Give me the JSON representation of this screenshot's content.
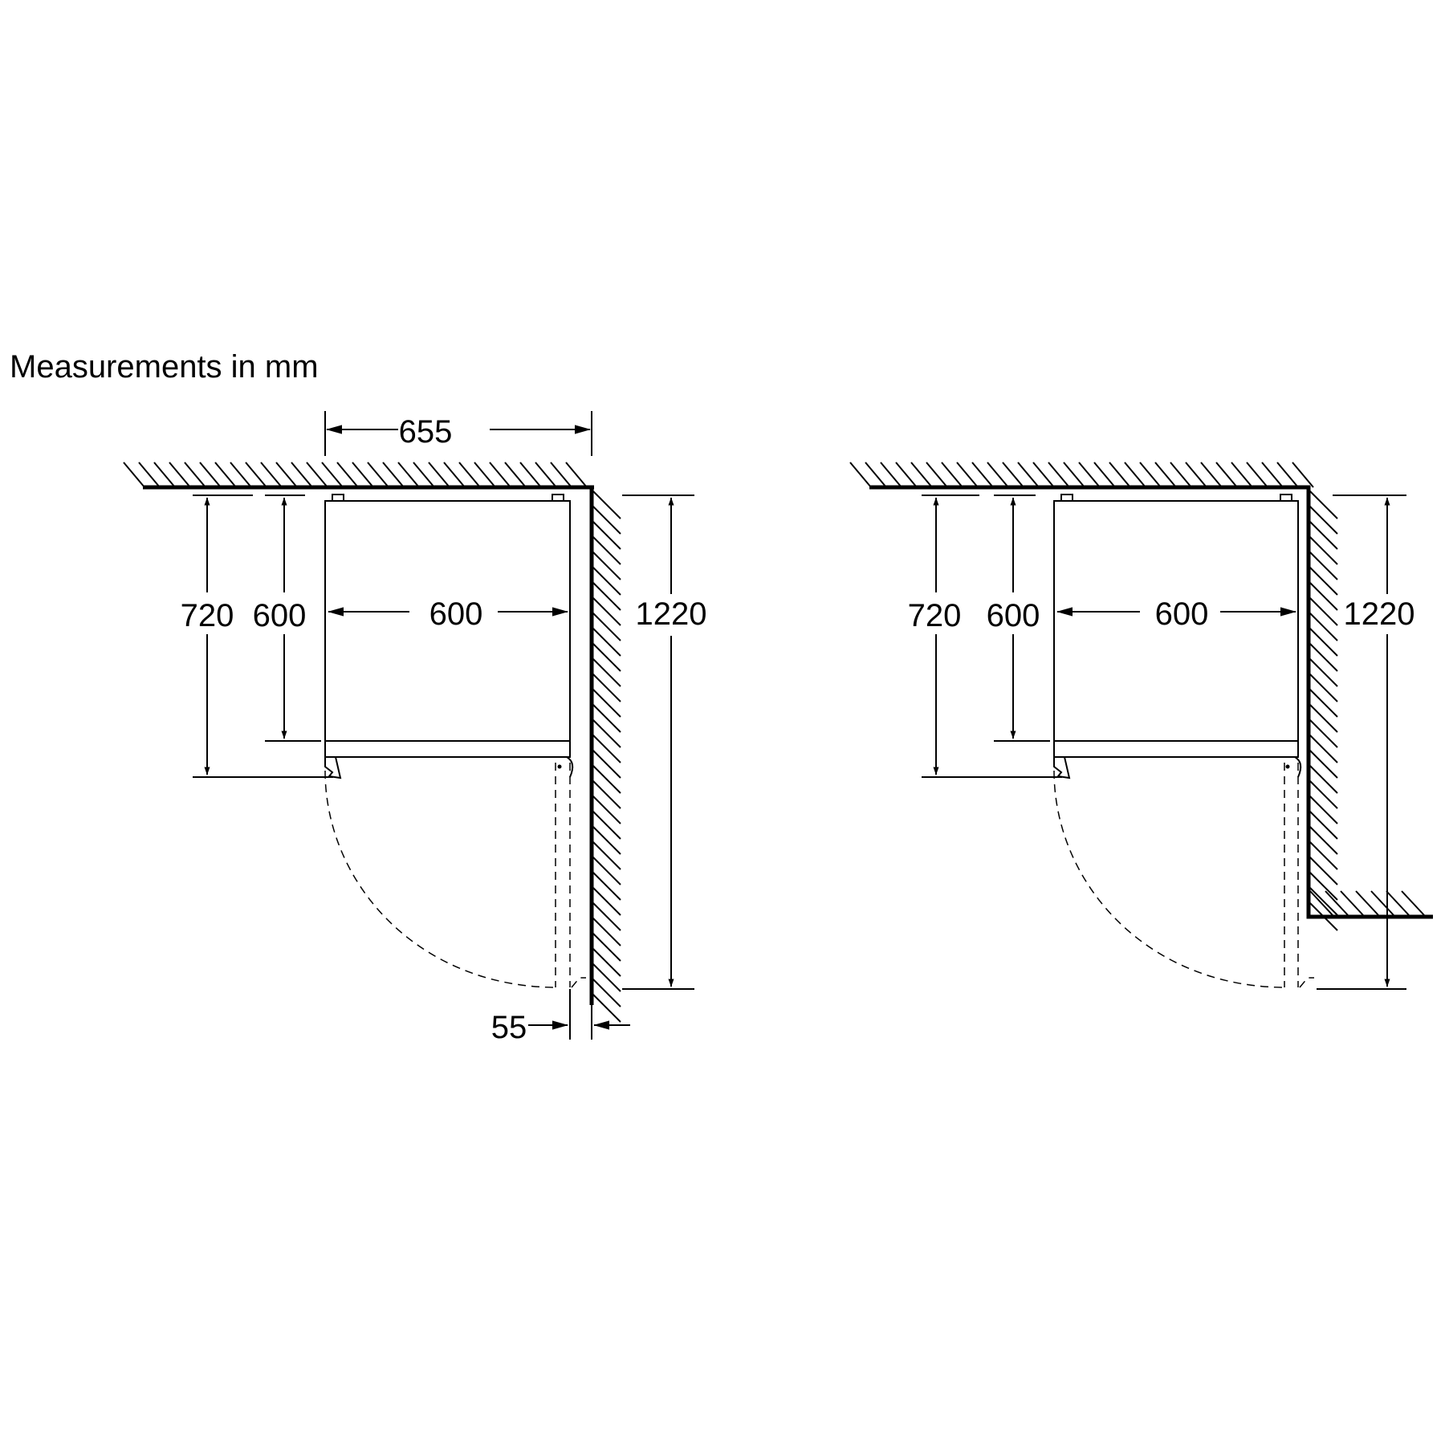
{
  "caption": "Measurements in mm",
  "colors": {
    "ink": "#000000",
    "background": "#ffffff"
  },
  "diagrams": [
    {
      "variant": "full-height-side-wall",
      "dimensions": {
        "overall_width": "655",
        "appliance_width": "600",
        "appliance_depth": "600",
        "depth_with_door": "720",
        "door_open_depth": "1220",
        "door_clearance": "55"
      }
    },
    {
      "variant": "short-side-wall",
      "dimensions": {
        "appliance_width": "600",
        "appliance_depth": "600",
        "depth_with_door": "720",
        "door_open_depth": "1220"
      }
    }
  ]
}
